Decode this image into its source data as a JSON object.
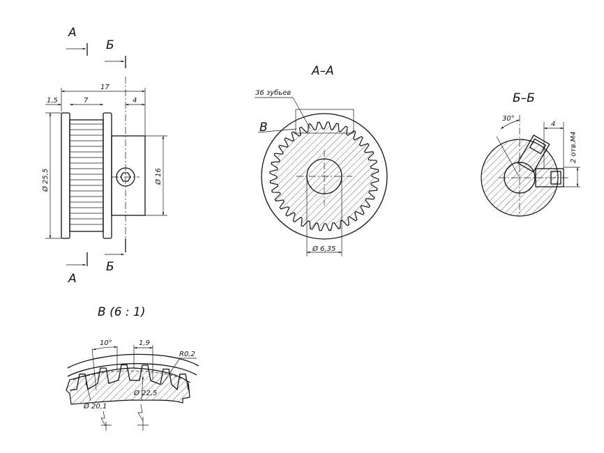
{
  "section_labels": {
    "a_top": "А",
    "a_bottom": "А",
    "b_top": "Б",
    "b_bottom": "Б",
    "view_a": "А–А",
    "view_b": "Б–Б",
    "detail_v": "В (6 : 1)",
    "detail_marker": "В"
  },
  "side_view": {
    "overall_length": "17",
    "flange_width": "1,5",
    "teeth_width": "7",
    "screw_offset": "4",
    "outer_diameter": "Ø 25,5",
    "hub_diameter": "Ø 16"
  },
  "section_a": {
    "teeth_note": "36 зубьев",
    "bore_diameter": "Ø 6,35",
    "teeth_count": 36
  },
  "section_b": {
    "angle": "30°",
    "hole_offset": "4",
    "holes_note": "2 отв.M4"
  },
  "detail": {
    "angle": "10°",
    "pitch": "1,9",
    "radius": "R0,2",
    "root_diameter": "Ø 20,1",
    "tip_diameter": "Ø 22,5"
  }
}
